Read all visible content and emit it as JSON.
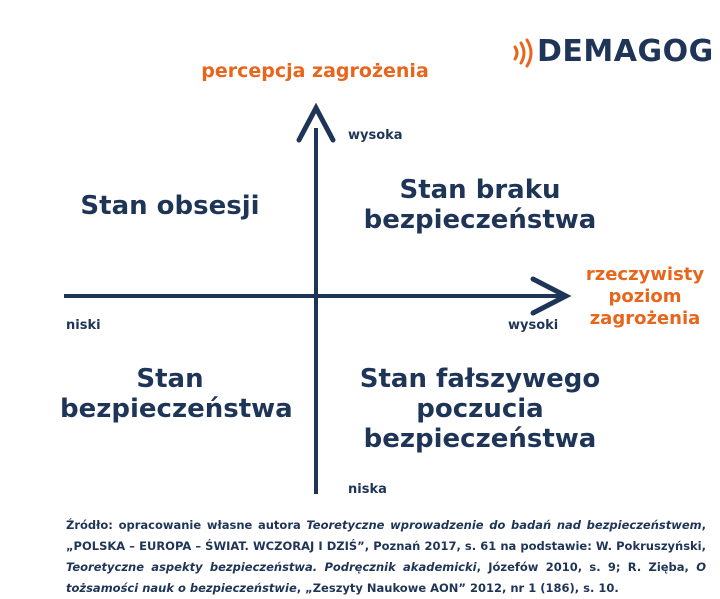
{
  "logo": {
    "text": "DEMAGOG",
    "icon": "signal-waves-icon",
    "text_color": "#1f3557",
    "icon_color": "#e8651c"
  },
  "axes": {
    "y_title": "percepcja zagrożenia",
    "x_title_lines": [
      "rzeczywisty",
      "poziom",
      "zagrożenia"
    ],
    "y_high": "wysoka",
    "y_low": "niska",
    "x_low": "niski",
    "x_high": "wysoki",
    "axis_color": "#1f3557",
    "accent_color": "#e8651c"
  },
  "quadrants": {
    "top_left": [
      "Stan obsesji"
    ],
    "top_right": [
      "Stan braku",
      "bezpieczeństwa"
    ],
    "bottom_left": [
      "Stan",
      "bezpieczeństwa"
    ],
    "bottom_right": [
      "Stan fałszywego",
      "poczucia",
      "bezpieczeństwa"
    ]
  },
  "source": {
    "label": "Źródło:",
    "p1": " opracowanie własne autora ",
    "i1": "Teoretyczne wprowadzenie do badań nad bezpieczeństwem",
    "p2": ", „POLSKA – EUROPA – ŚWIAT. WCZORAJ I DZIŚ”, Poznań 2017, s. 61 na podstawie: W. Pokruszyński, ",
    "i2": "Teoretyczne aspekty bezpieczeństwa. Podręcznik akademicki",
    "p3": ", Józefów 2010, s. 9; R. Zięba, ",
    "i3": "O tożsamości nauk o bezpieczeństwie",
    "p4": ", „Zeszyty Naukowe AON” 2012, nr 1 (186), s. 10."
  }
}
